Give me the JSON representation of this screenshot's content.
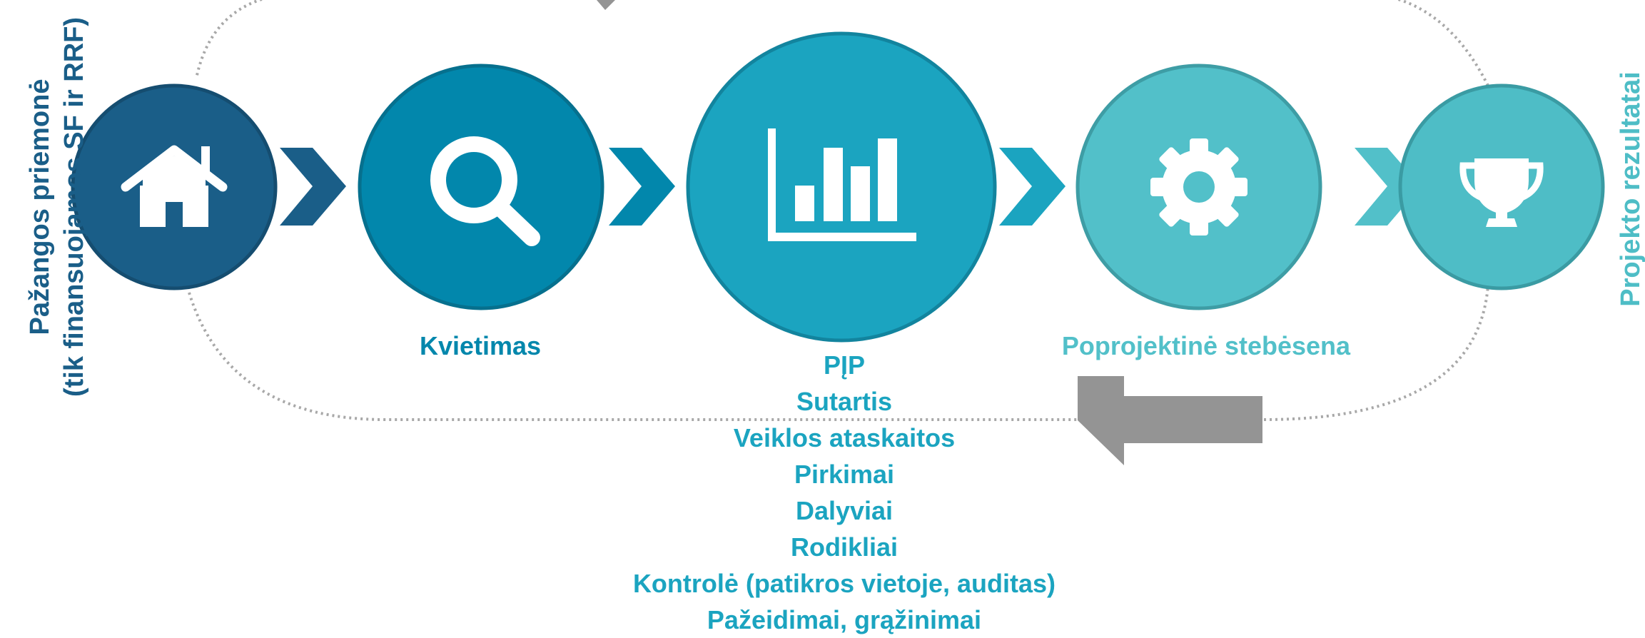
{
  "colors": {
    "dark_blue": "#1a5e88",
    "teal_blue": "#0287ac",
    "mid_teal": "#1ba4c0",
    "light_teal": "#52c0c9",
    "lighter_teal": "#4ebdc6",
    "arrow_gray": "#949494",
    "dotted_gray": "#a8a8a8"
  },
  "left_label": {
    "line1": "Pažangos priemonė",
    "line2": "(tik finansuojamos SF ir RRF)"
  },
  "right_label": "Projekto rezultatai",
  "stages": [
    {
      "icon": "home-icon",
      "label": ""
    },
    {
      "icon": "search-icon",
      "label": "Kvietimas"
    },
    {
      "icon": "bar-chart-icon",
      "label": ""
    },
    {
      "icon": "gear-icon",
      "label": "Poprojektinė stebėsena"
    },
    {
      "icon": "trophy-icon",
      "label": ""
    }
  ],
  "implementation_items": [
    "PĮP",
    "Sutartis",
    "Veiklos ataskaitos",
    "Pirkimai",
    "Dalyviai",
    "Rodikliai",
    "Kontrolė (patikros vietoje, auditas)",
    "Pažeidimai, grąžinimai"
  ]
}
